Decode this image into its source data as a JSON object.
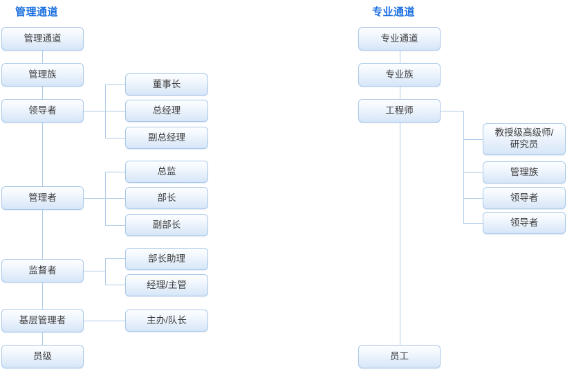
{
  "diagram": {
    "title_left": "管理通道",
    "title_right": "专业通道",
    "accent_color": "#1a6fe0",
    "box_border_color": "#a9c8e8",
    "line_color": "#aecbe8",
    "box_text_color": "#3c3c3c"
  },
  "columns": [
    {
      "id": "management-channel",
      "title": "管理通道",
      "spine": [
        {
          "id": "mgmt-channel-root",
          "label": "管理通道"
        },
        {
          "id": "mgmt-family",
          "label": "管理族"
        },
        {
          "id": "leader",
          "label": "领导者"
        },
        {
          "id": "manager",
          "label": "管理者"
        },
        {
          "id": "supervisor",
          "label": "监督者"
        },
        {
          "id": "frontline-manager",
          "label": "基层管理者"
        },
        {
          "id": "staff-level",
          "label": "员级"
        }
      ],
      "branches": [
        {
          "parent": "leader",
          "items": [
            {
              "id": "chairman",
              "label": "董事长"
            },
            {
              "id": "general-manager",
              "label": "总经理"
            },
            {
              "id": "deputy-general-manager",
              "label": "副总经理"
            }
          ]
        },
        {
          "parent": "manager",
          "items": [
            {
              "id": "chief-director",
              "label": "总监"
            },
            {
              "id": "department-head",
              "label": "部长"
            },
            {
              "id": "deputy-department-head",
              "label": "副部长"
            }
          ]
        },
        {
          "parent": "supervisor",
          "items": [
            {
              "id": "department-head-assistant",
              "label": "部长助理"
            },
            {
              "id": "manager-supervisor",
              "label": "经理/主管"
            }
          ]
        },
        {
          "parent": "frontline-manager",
          "items": [
            {
              "id": "officer-team-leader",
              "label": "主办/队长"
            }
          ]
        }
      ]
    },
    {
      "id": "professional-channel",
      "title": "专业通道",
      "spine": [
        {
          "id": "prof-channel-root",
          "label": "专业通道"
        },
        {
          "id": "prof-family",
          "label": "专业族"
        },
        {
          "id": "engineer",
          "label": "工程师"
        },
        {
          "id": "employee",
          "label": "员工"
        }
      ],
      "branches": [
        {
          "parent": "engineer",
          "items": [
            {
              "id": "professor-senior-researcher",
              "label": "教授级高级师/\n研究员"
            },
            {
              "id": "prof-mgmt-family",
              "label": "管理族"
            },
            {
              "id": "prof-leader-1",
              "label": "领导者"
            },
            {
              "id": "prof-leader-2",
              "label": "领导者"
            }
          ]
        }
      ]
    }
  ]
}
